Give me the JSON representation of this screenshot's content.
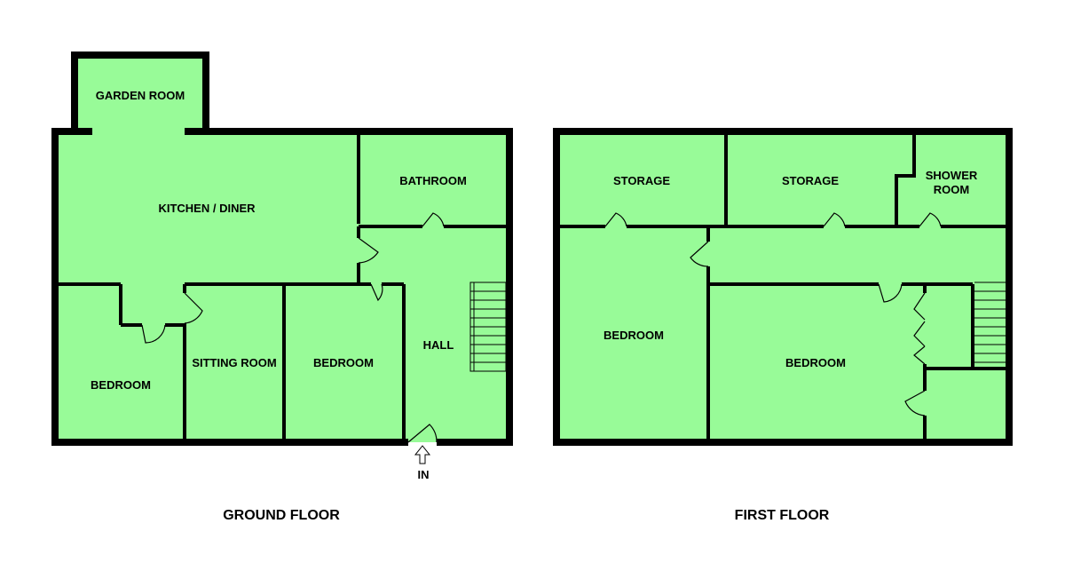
{
  "colors": {
    "room_fill": "#98fb98",
    "wall": "#000000",
    "background": "#ffffff"
  },
  "ground_floor": {
    "title": "GROUND FLOOR",
    "entrance_label": "IN",
    "rooms": {
      "garden_room": "GARDEN ROOM",
      "kitchen_diner": "KITCHEN / DINER",
      "bathroom": "BATHROOM",
      "hall": "HALL",
      "bedroom_left": "BEDROOM",
      "sitting_room": "SITTING ROOM",
      "bedroom_middle": "BEDROOM"
    }
  },
  "first_floor": {
    "title": "FIRST FLOOR",
    "rooms": {
      "storage_left": "STORAGE",
      "storage_middle": "STORAGE",
      "shower_room_line1": "SHOWER",
      "shower_room_line2": "ROOM",
      "bedroom_left": "BEDROOM",
      "bedroom_right": "BEDROOM"
    }
  }
}
